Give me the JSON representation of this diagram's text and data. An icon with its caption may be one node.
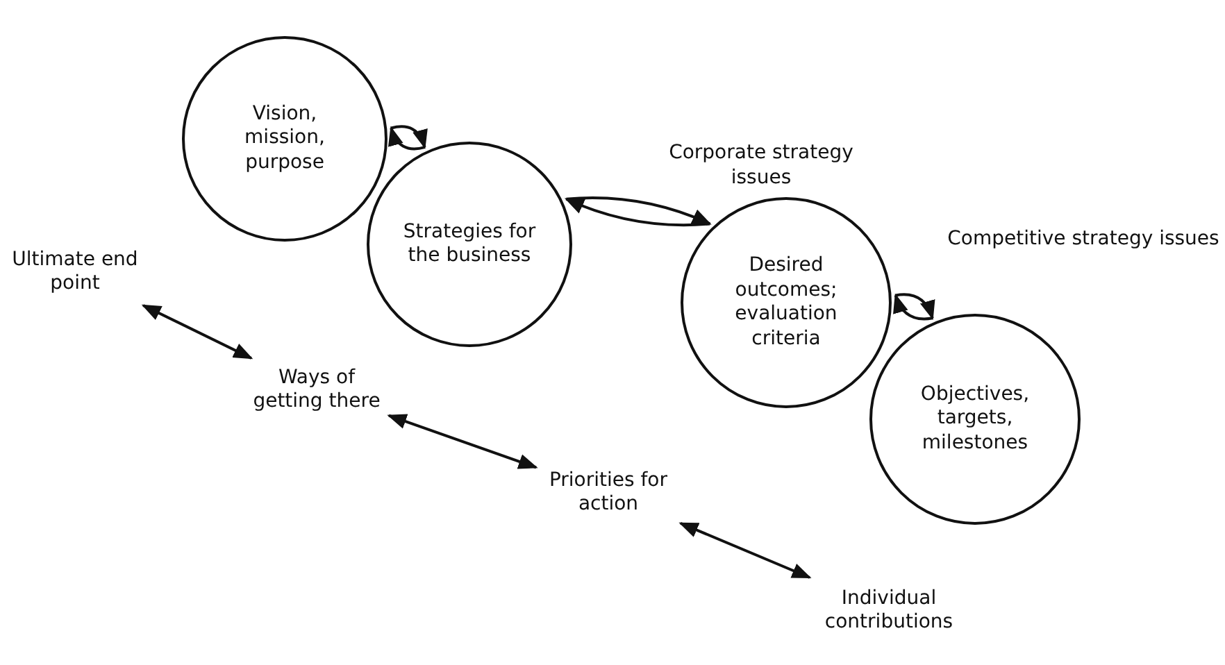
{
  "diagram": {
    "nodes": [
      {
        "text": [
          "Vision, mission, purpose"
        ]
      },
      {
        "text": [
          "Strategies for the business"
        ]
      },
      {
        "text": [
          "Desired outcomes; evaluation criteria"
        ]
      },
      {
        "text": [
          "Objectives, targets, milestones"
        ]
      },
      {
        "text": [
          "Ultimate end point"
        ]
      },
      {
        "text": [
          "Ways of getting there"
        ]
      },
      {
        "text": [
          "Priorities for action"
        ]
      },
      {
        "text": [
          "Individual contributions"
        ]
      }
    ],
    "edges": [
      {
        "from": 0,
        "to": 1,
        "arrow": "to"
      },
      {
        "from": 1,
        "to": 0,
        "arrow": "to"
      },
      {
        "from": 1,
        "to": 2,
        "arrow": "to"
      },
      {
        "from": 2,
        "to": 1,
        "arrow": "to"
      },
      {
        "from": 2,
        "to": 3,
        "arrow": "to"
      },
      {
        "from": 3,
        "to": 2,
        "arrow": "to"
      },
      {
        "from": 4,
        "to": 5,
        "arrow": "both"
      },
      {
        "from": 5,
        "to": 6,
        "arrow": "both"
      },
      {
        "from": 6,
        "to": 7,
        "arrow": "both"
      }
    ],
    "labels": [
      "Corporate strategy issues",
      "Competitive strategy issues"
    ]
  }
}
